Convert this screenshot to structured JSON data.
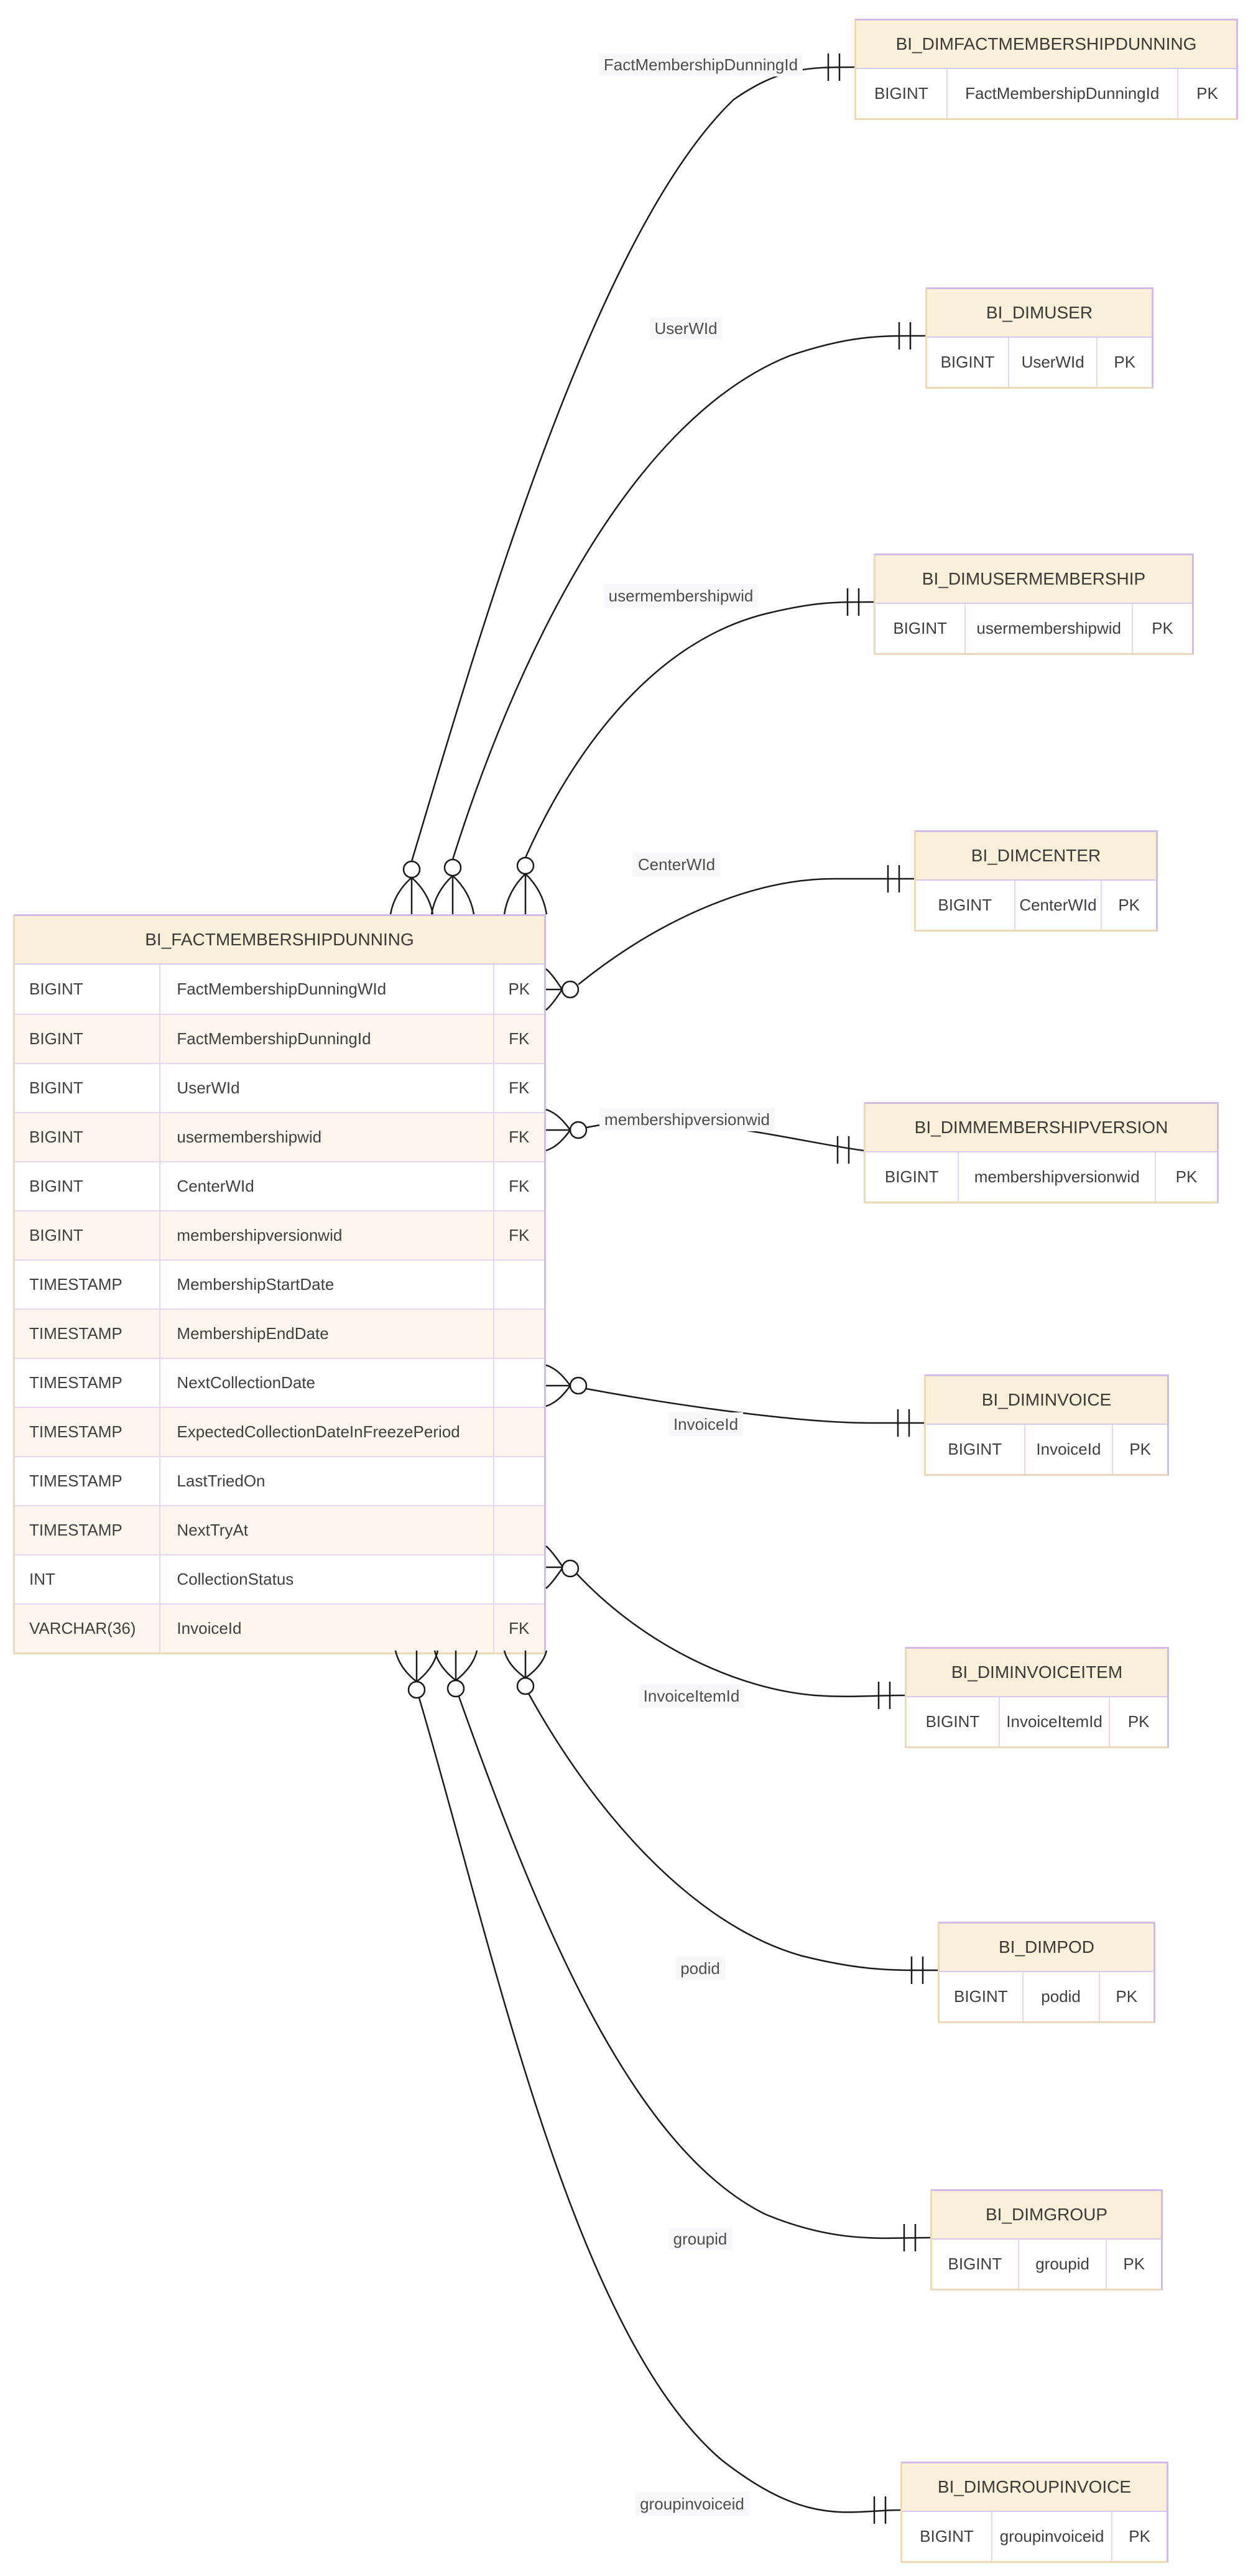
{
  "fact": {
    "name": "BI_FACTMEMBERSHIPDUNNING",
    "columns": [
      {
        "type": "BIGINT",
        "name": "FactMembershipDunningWId",
        "key": "PK"
      },
      {
        "type": "BIGINT",
        "name": "FactMembershipDunningId",
        "key": "FK"
      },
      {
        "type": "BIGINT",
        "name": "UserWId",
        "key": "FK"
      },
      {
        "type": "BIGINT",
        "name": "usermembershipwid",
        "key": "FK"
      },
      {
        "type": "BIGINT",
        "name": "CenterWId",
        "key": "FK"
      },
      {
        "type": "BIGINT",
        "name": "membershipversionwid",
        "key": "FK"
      },
      {
        "type": "TIMESTAMP",
        "name": "MembershipStartDate",
        "key": ""
      },
      {
        "type": "TIMESTAMP",
        "name": "MembershipEndDate",
        "key": ""
      },
      {
        "type": "TIMESTAMP",
        "name": "NextCollectionDate",
        "key": ""
      },
      {
        "type": "TIMESTAMP",
        "name": "ExpectedCollectionDateInFreezePeriod",
        "key": ""
      },
      {
        "type": "TIMESTAMP",
        "name": "LastTriedOn",
        "key": ""
      },
      {
        "type": "TIMESTAMP",
        "name": "NextTryAt",
        "key": ""
      },
      {
        "type": "INT",
        "name": "CollectionStatus",
        "key": ""
      },
      {
        "type": "VARCHAR(36)",
        "name": "InvoiceId",
        "key": "FK"
      }
    ]
  },
  "dims": [
    {
      "name": "BI_DIMFACTMEMBERSHIPDUNNING",
      "type": "BIGINT",
      "column": "FactMembershipDunningId",
      "key": "PK"
    },
    {
      "name": "BI_DIMUSER",
      "type": "BIGINT",
      "column": "UserWId",
      "key": "PK"
    },
    {
      "name": "BI_DIMUSERMEMBERSHIP",
      "type": "BIGINT",
      "column": "usermembershipwid",
      "key": "PK"
    },
    {
      "name": "BI_DIMCENTER",
      "type": "BIGINT",
      "column": "CenterWId",
      "key": "PK"
    },
    {
      "name": "BI_DIMMEMBERSHIPVERSION",
      "type": "BIGINT",
      "column": "membershipversionwid",
      "key": "PK"
    },
    {
      "name": "BI_DIMINVOICE",
      "type": "BIGINT",
      "column": "InvoiceId",
      "key": "PK"
    },
    {
      "name": "BI_DIMINVOICEITEM",
      "type": "BIGINT",
      "column": "InvoiceItemId",
      "key": "PK"
    },
    {
      "name": "BI_DIMPOD",
      "type": "BIGINT",
      "column": "podid",
      "key": "PK"
    },
    {
      "name": "BI_DIMGROUP",
      "type": "BIGINT",
      "column": "groupid",
      "key": "PK"
    },
    {
      "name": "BI_DIMGROUPINVOICE",
      "type": "BIGINT",
      "column": "groupinvoiceid",
      "key": "PK"
    }
  ],
  "relationships": [
    {
      "label": "FactMembershipDunningId",
      "fact_end": "zero-or-many",
      "dim_end": "one-and-only-one"
    },
    {
      "label": "UserWId",
      "fact_end": "zero-or-many",
      "dim_end": "one-and-only-one"
    },
    {
      "label": "usermembershipwid",
      "fact_end": "zero-or-many",
      "dim_end": "one-and-only-one"
    },
    {
      "label": "CenterWId",
      "fact_end": "zero-or-many",
      "dim_end": "one-and-only-one"
    },
    {
      "label": "membershipversionwid",
      "fact_end": "zero-or-many",
      "dim_end": "one-and-only-one"
    },
    {
      "label": "InvoiceId",
      "fact_end": "zero-or-many",
      "dim_end": "one-and-only-one"
    },
    {
      "label": "InvoiceItemId",
      "fact_end": "zero-or-many",
      "dim_end": "one-and-only-one"
    },
    {
      "label": "podid",
      "fact_end": "zero-or-many",
      "dim_end": "one-and-only-one"
    },
    {
      "label": "groupid",
      "fact_end": "zero-or-many",
      "dim_end": "one-and-only-one"
    },
    {
      "label": "groupinvoiceid",
      "fact_end": "zero-or-many",
      "dim_end": "one-and-only-one"
    }
  ],
  "colors": {
    "header_fill": "#faefd9",
    "row_alt_fill": "#fcf6ec",
    "border_purple": "#d3baea",
    "border_tan": "#ecd9b8",
    "line": "#1a1a1a",
    "label_bg": "#f6f8fc"
  }
}
